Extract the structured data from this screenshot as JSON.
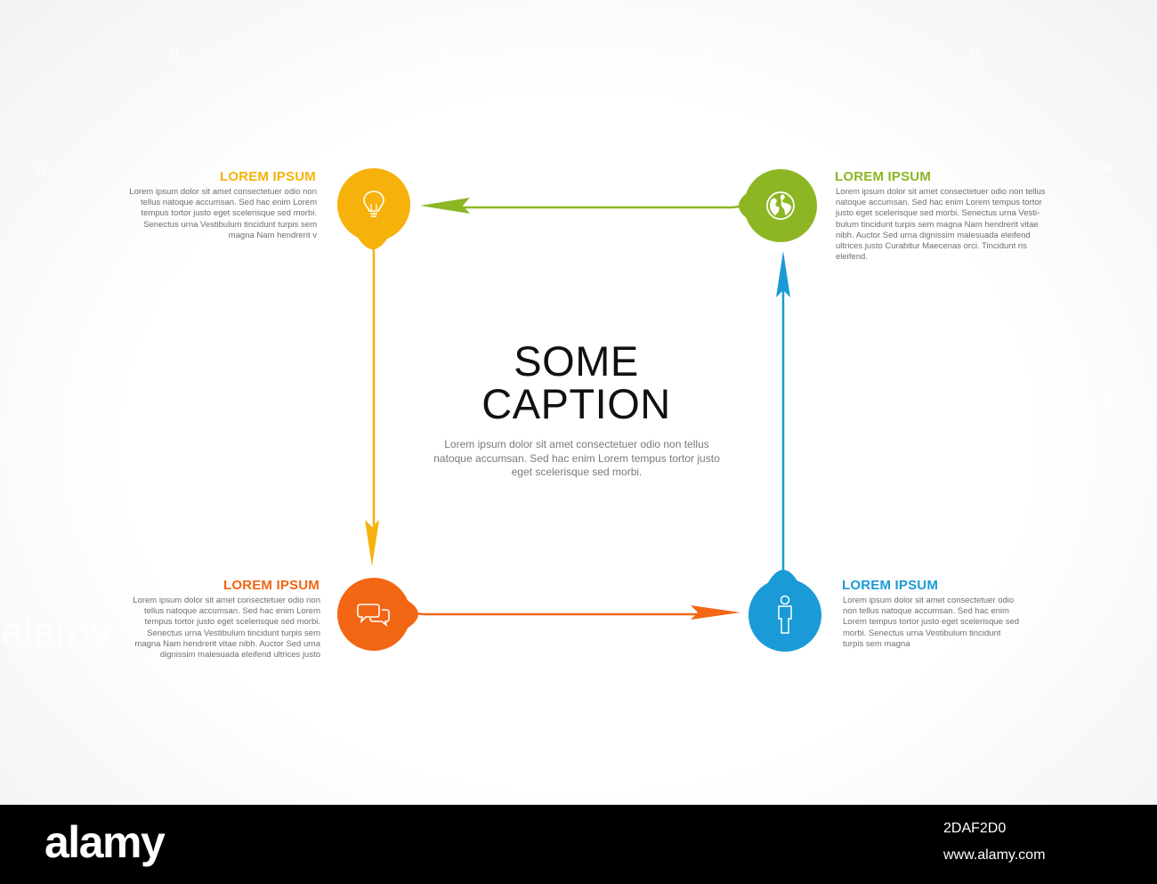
{
  "caption": {
    "title": "SOME\nCAPTION",
    "text": "Lorem ipsum dolor sit amet consectetuer odio non tellus natoque accumsan. Sed hac enim Lorem tempus tortor justo eget scelerisque sed morbi."
  },
  "steps": [
    {
      "id": "top-left",
      "title": "LOREM IPSUM",
      "text": "Lorem ipsum dolor sit amet consectetuer odio non\ntellus natoque accumsan. Sed hac enim Lorem\ntempus tortor justo eget scelerisque sed morbi.\nSenectus urna Vestibulum tincidunt turpis sem\nmagna Nam hendrerit v",
      "color": "#f6b20b",
      "icon": "lightbulb-icon"
    },
    {
      "id": "top-right",
      "title": "LOREM IPSUM",
      "text": "Lorem ipsum dolor sit amet consectetuer odio non tellus\nnatoque accumsan. Sed hac enim Lorem tempus tortor\njusto eget scelerisque sed morbi. Senectus urna Vesti-\nbulum tincidunt turpis sem magna Nam hendrerit vitae\nnibh. Auctor Sed urna dignissim malesuada eleifend\nultrices justo Curabitur Maecenas orci. Tincidunt ris\neleifend.",
      "color": "#8cb623",
      "icon": "globe-icon"
    },
    {
      "id": "bottom-left",
      "title": "LOREM IPSUM",
      "text": "Lorem ipsum dolor sit amet consectetuer odio non\ntellus natoque accumsan. Sed hac enim Lorem\ntempus tortor justo eget scelerisque sed morbi.\nSenectus urna Vestibulum tincidunt turpis sem\nmagna Nam hendrerit vitae nibh. Auctor Sed urna\ndignissim malesuada eleifend ultrices justo",
      "color": "#f26614",
      "icon": "chat-bubbles-icon"
    },
    {
      "id": "bottom-right",
      "title": "LOREM IPSUM",
      "text": "Lorem ipsum dolor sit amet consectetuer odio\nnon tellus natoque accumsan. Sed hac enim\nLorem tempus tortor justo eget scelerisque sed\nmorbi. Senectus urna Vestibulum tincidunt\nturpis sem magna",
      "color": "#1a9ad6",
      "icon": "person-icon"
    }
  ],
  "watermark": {
    "brand": "alamy",
    "image_id": "2DAF2D0",
    "site": "www.alamy.com"
  }
}
